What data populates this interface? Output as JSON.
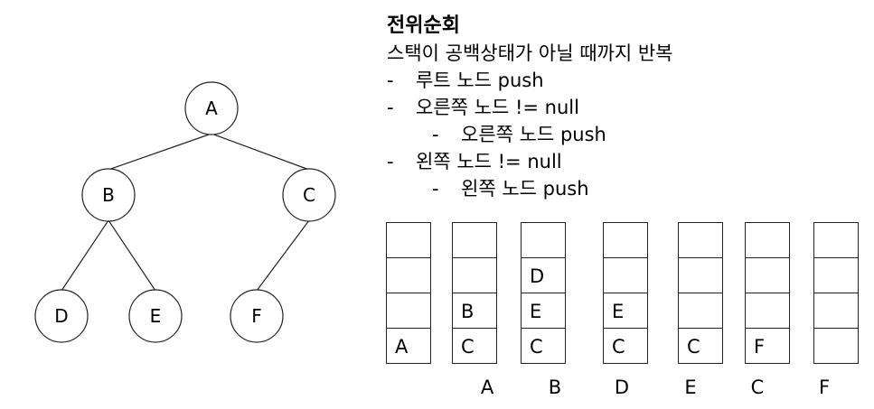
{
  "tree": {
    "nodes": [
      {
        "id": "A",
        "label": "A"
      },
      {
        "id": "B",
        "label": "B"
      },
      {
        "id": "C",
        "label": "C"
      },
      {
        "id": "D",
        "label": "D"
      },
      {
        "id": "E",
        "label": "E"
      },
      {
        "id": "F",
        "label": "F"
      }
    ],
    "edges": [
      [
        "A",
        "B"
      ],
      [
        "A",
        "C"
      ],
      [
        "B",
        "D"
      ],
      [
        "B",
        "E"
      ],
      [
        "C",
        "F"
      ]
    ]
  },
  "description": {
    "title": "전위순회",
    "lines": [
      {
        "dash": "",
        "text": "스택이 공백상태가 아닐 때까지 반복"
      },
      {
        "dash": "-",
        "text": "루트 노드 push"
      },
      {
        "dash": "-",
        "text": "오른쪽 노드 != null"
      },
      {
        "dash": "-",
        "text": "오른쪽 노드 push"
      },
      {
        "dash": "-",
        "text": "왼쪽 노드 != null"
      },
      {
        "dash": "-",
        "text": "왼쪽 노드 push"
      }
    ]
  },
  "stacks": [
    {
      "cells": [
        "",
        "",
        "",
        "A"
      ],
      "popped": ""
    },
    {
      "cells": [
        "",
        "",
        "B",
        "C"
      ],
      "popped": "A"
    },
    {
      "cells": [
        "",
        "D",
        "E",
        "C"
      ],
      "popped": "B"
    },
    {
      "cells": [
        "",
        "",
        "E",
        "C"
      ],
      "popped": "D"
    },
    {
      "cells": [
        "",
        "",
        "",
        "C"
      ],
      "popped": "E"
    },
    {
      "cells": [
        "",
        "",
        "",
        "F"
      ],
      "popped": "C"
    },
    {
      "cells": [
        "",
        "",
        "",
        ""
      ],
      "popped": "F"
    }
  ]
}
